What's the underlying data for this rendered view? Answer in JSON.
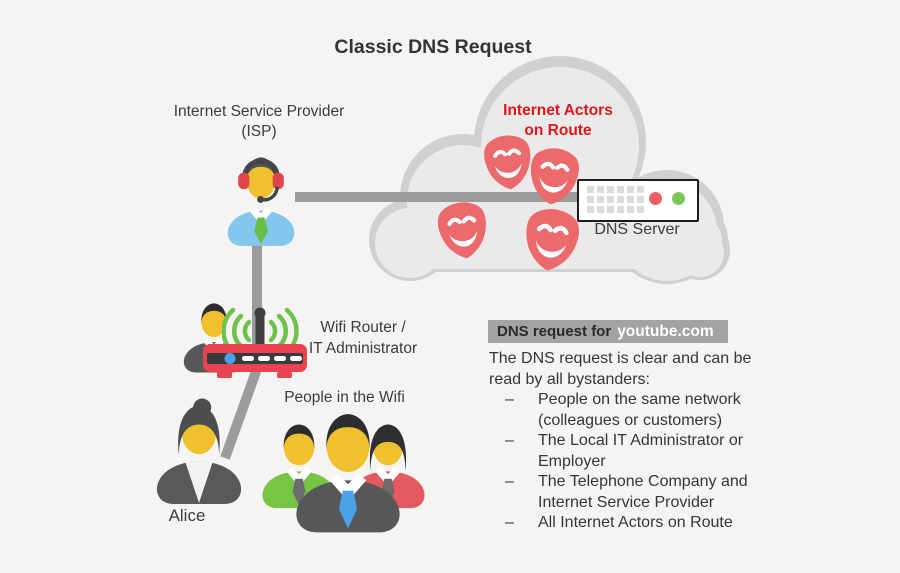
{
  "title": "Classic DNS Request",
  "isp": {
    "line1": "Internet Service Provider",
    "line2": "(ISP)"
  },
  "cloud": {
    "line1": "Internet Actors",
    "line2": "on Route"
  },
  "dns_server": {
    "label": "DNS Server"
  },
  "router": {
    "line1": "Wifi Router /",
    "line2": "IT Administrator"
  },
  "wifi_group": {
    "label": "People in the Wifi"
  },
  "alice": {
    "label": "Alice"
  },
  "banner": {
    "prefix": "DNS request for",
    "domain": "youtube.com"
  },
  "explanation": {
    "intro": "The DNS request is clear and can be read by all bystanders:",
    "bullet_char": "–",
    "bullets": [
      "People on the same network (colleagues or customers)",
      "The Local IT Administrator or Employer",
      "The Telephone Company and Internet Service Provider",
      "All Internet Actors on Route"
    ]
  },
  "colors": {
    "background": "#f5f4f2",
    "text": "#363636",
    "accent_red": "#e0151c",
    "mask_red": "#ec696c",
    "cloud_fill": "#eaeaea",
    "cloud_outline": "#d0d0d0",
    "connector_gray": "#9b9b9b",
    "banner_gray": "#a3a3a3",
    "server_led_red": "#ef5e68",
    "server_led_green": "#7cc653"
  }
}
